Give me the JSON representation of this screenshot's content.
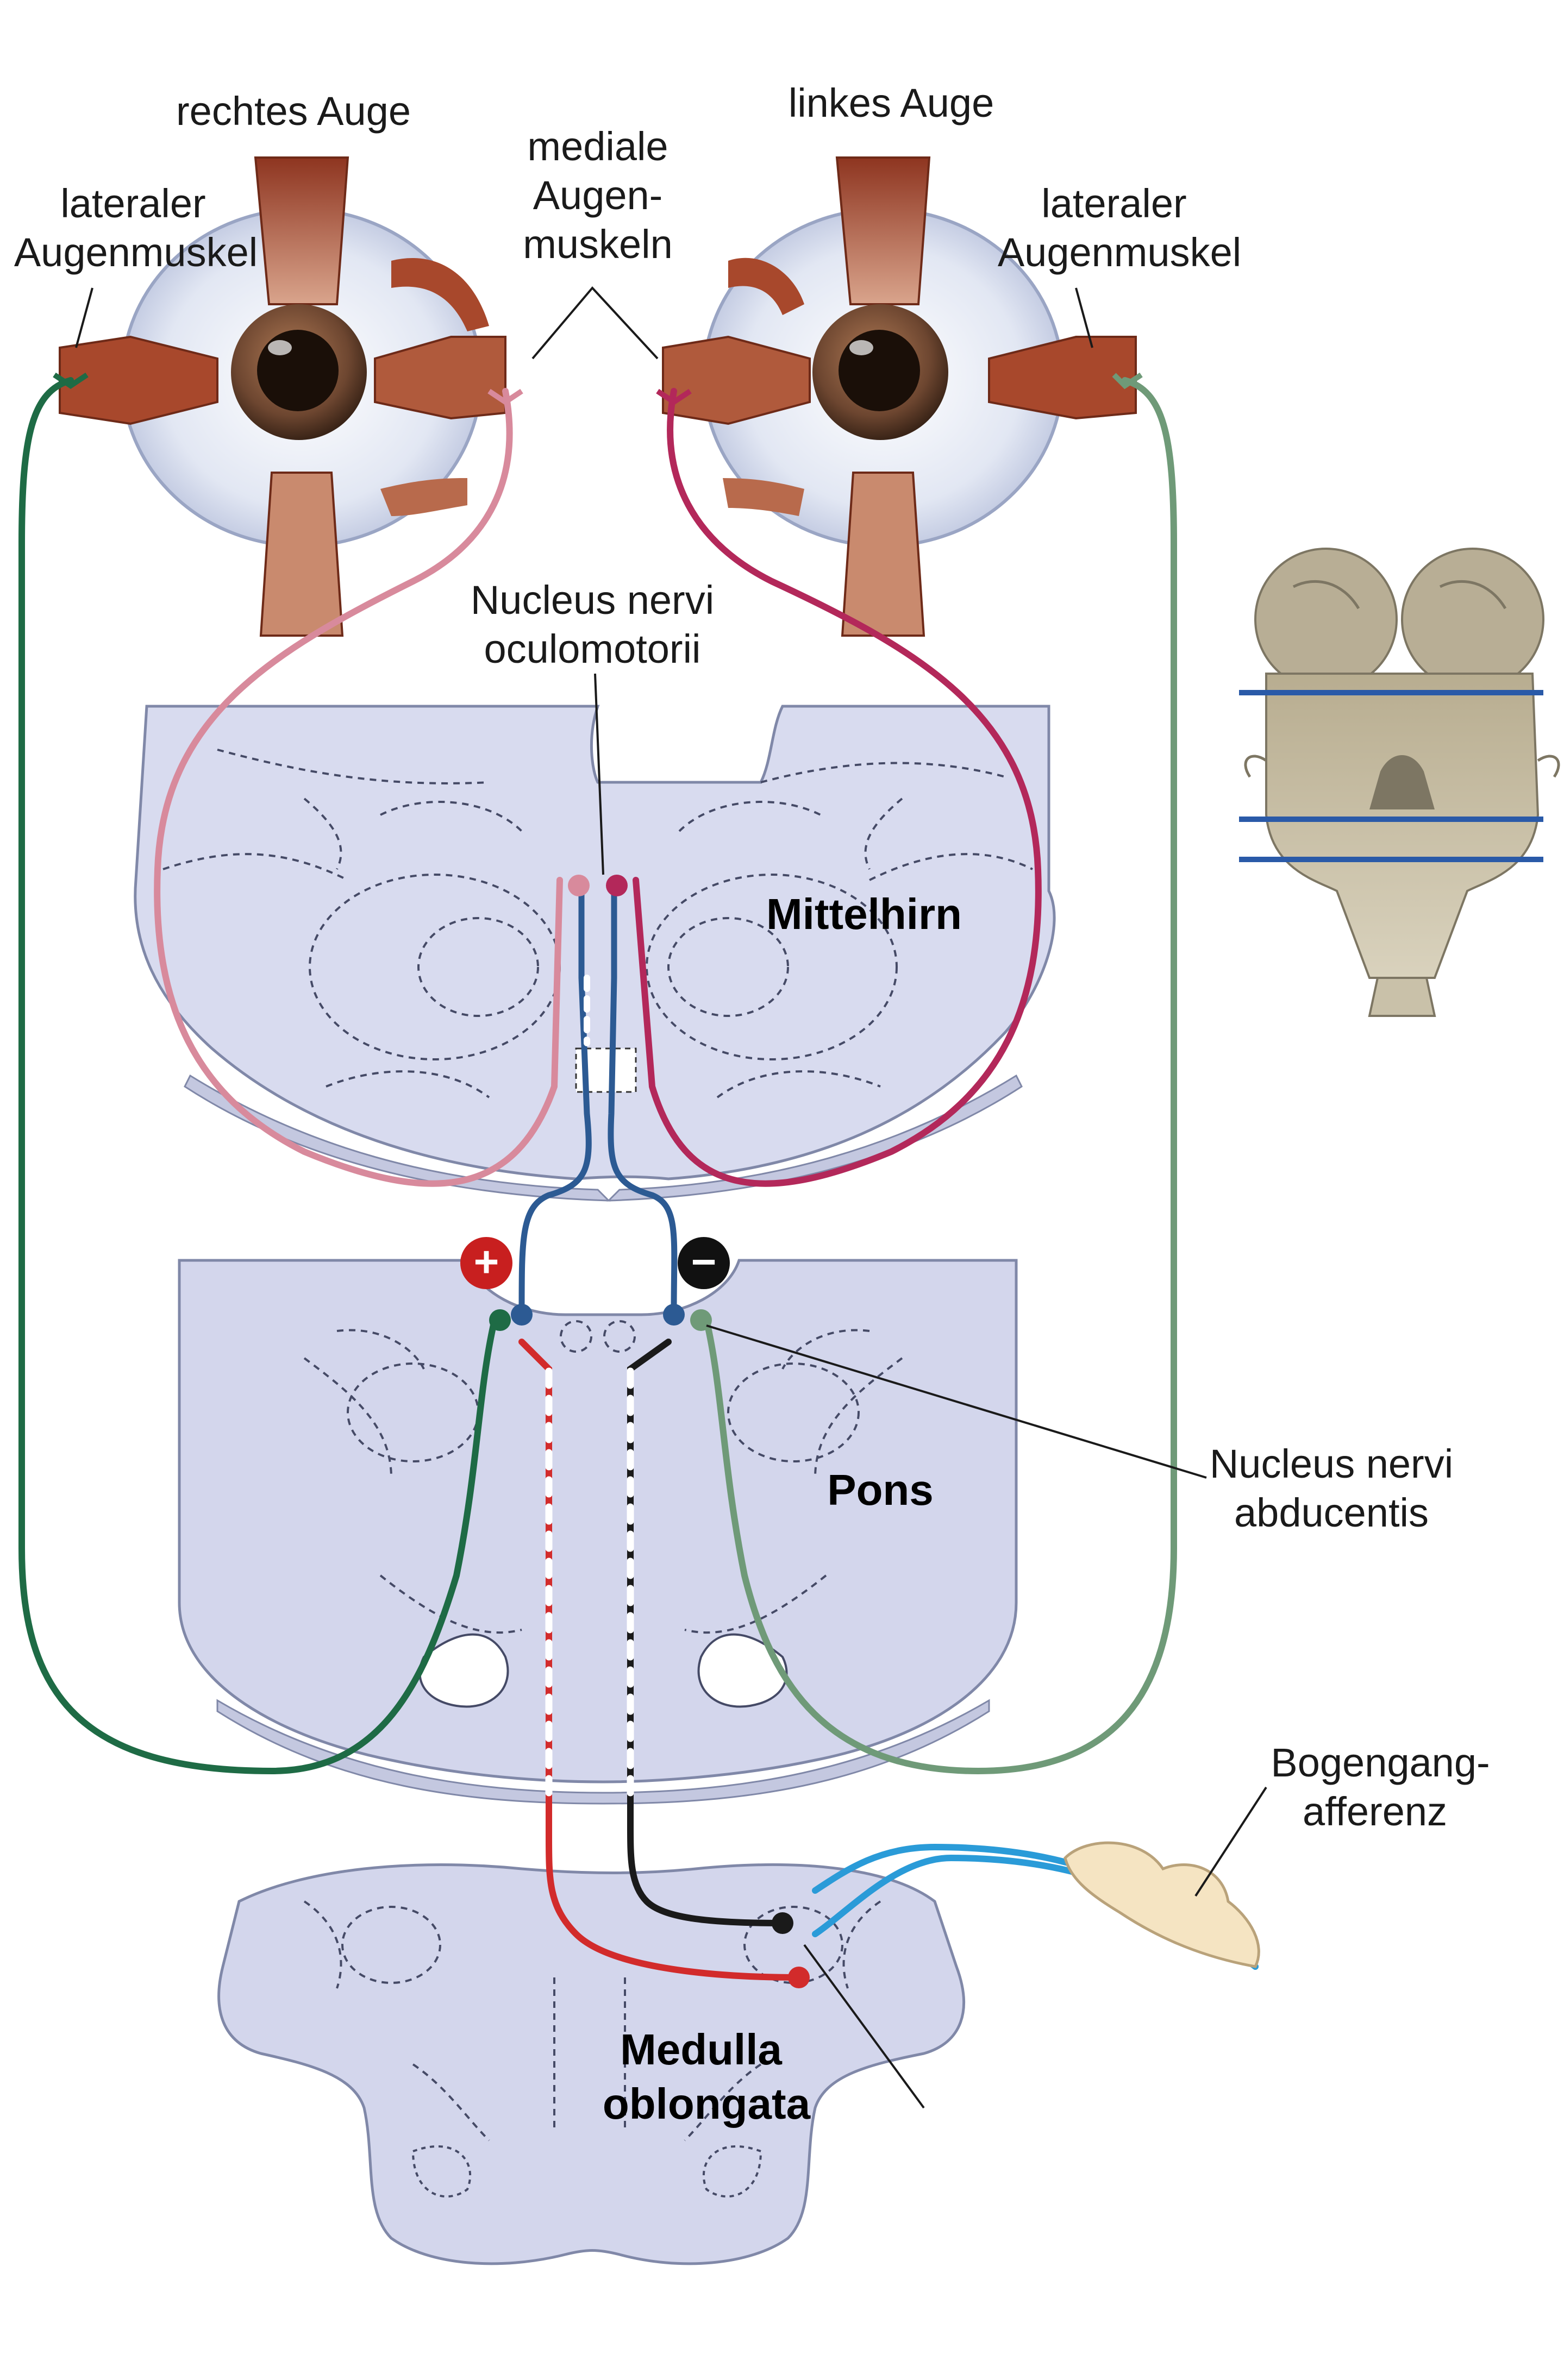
{
  "labels": {
    "right_eye": "rechtes Auge",
    "left_eye": "linkes Auge",
    "medial_1": "mediale",
    "medial_2": "Augen-",
    "medial_3": "muskeln",
    "lat_left_1": "lateraler",
    "lat_left_2": "Augenmuskel",
    "lat_right_1": "lateraler",
    "lat_right_2": "Augenmuskel",
    "oculo_1": "Nucleus nervi",
    "oculo_2": "oculomotorii",
    "mittelhirn": "Mittelhirn",
    "pons": "Pons",
    "abdu_1": "Nucleus nervi",
    "abdu_2": "abducentis",
    "bogen_1": "Bogengang-",
    "bogen_2": "afferenz",
    "medulla_1": "Medulla",
    "medulla_2": "oblongata",
    "plus": "+",
    "minus": "−"
  },
  "colors": {
    "green_dark": "#1e6b45",
    "green_light": "#6f9a78",
    "pink": "#d88a9c",
    "crimson": "#b3285a",
    "blue_dark": "#2c5a93",
    "red": "#d22b2b",
    "black": "#1a1a1a",
    "cyan": "#2a9bd8",
    "tissue": "#d6d9ee",
    "muscle": "#a0432a",
    "stem_line": "#2a5aa8"
  },
  "icons": {
    "right_eye": "eyeball-icon",
    "left_eye": "eyeball-icon",
    "brainstem": "brainstem-icon",
    "ganglion": "ganglion-icon"
  }
}
